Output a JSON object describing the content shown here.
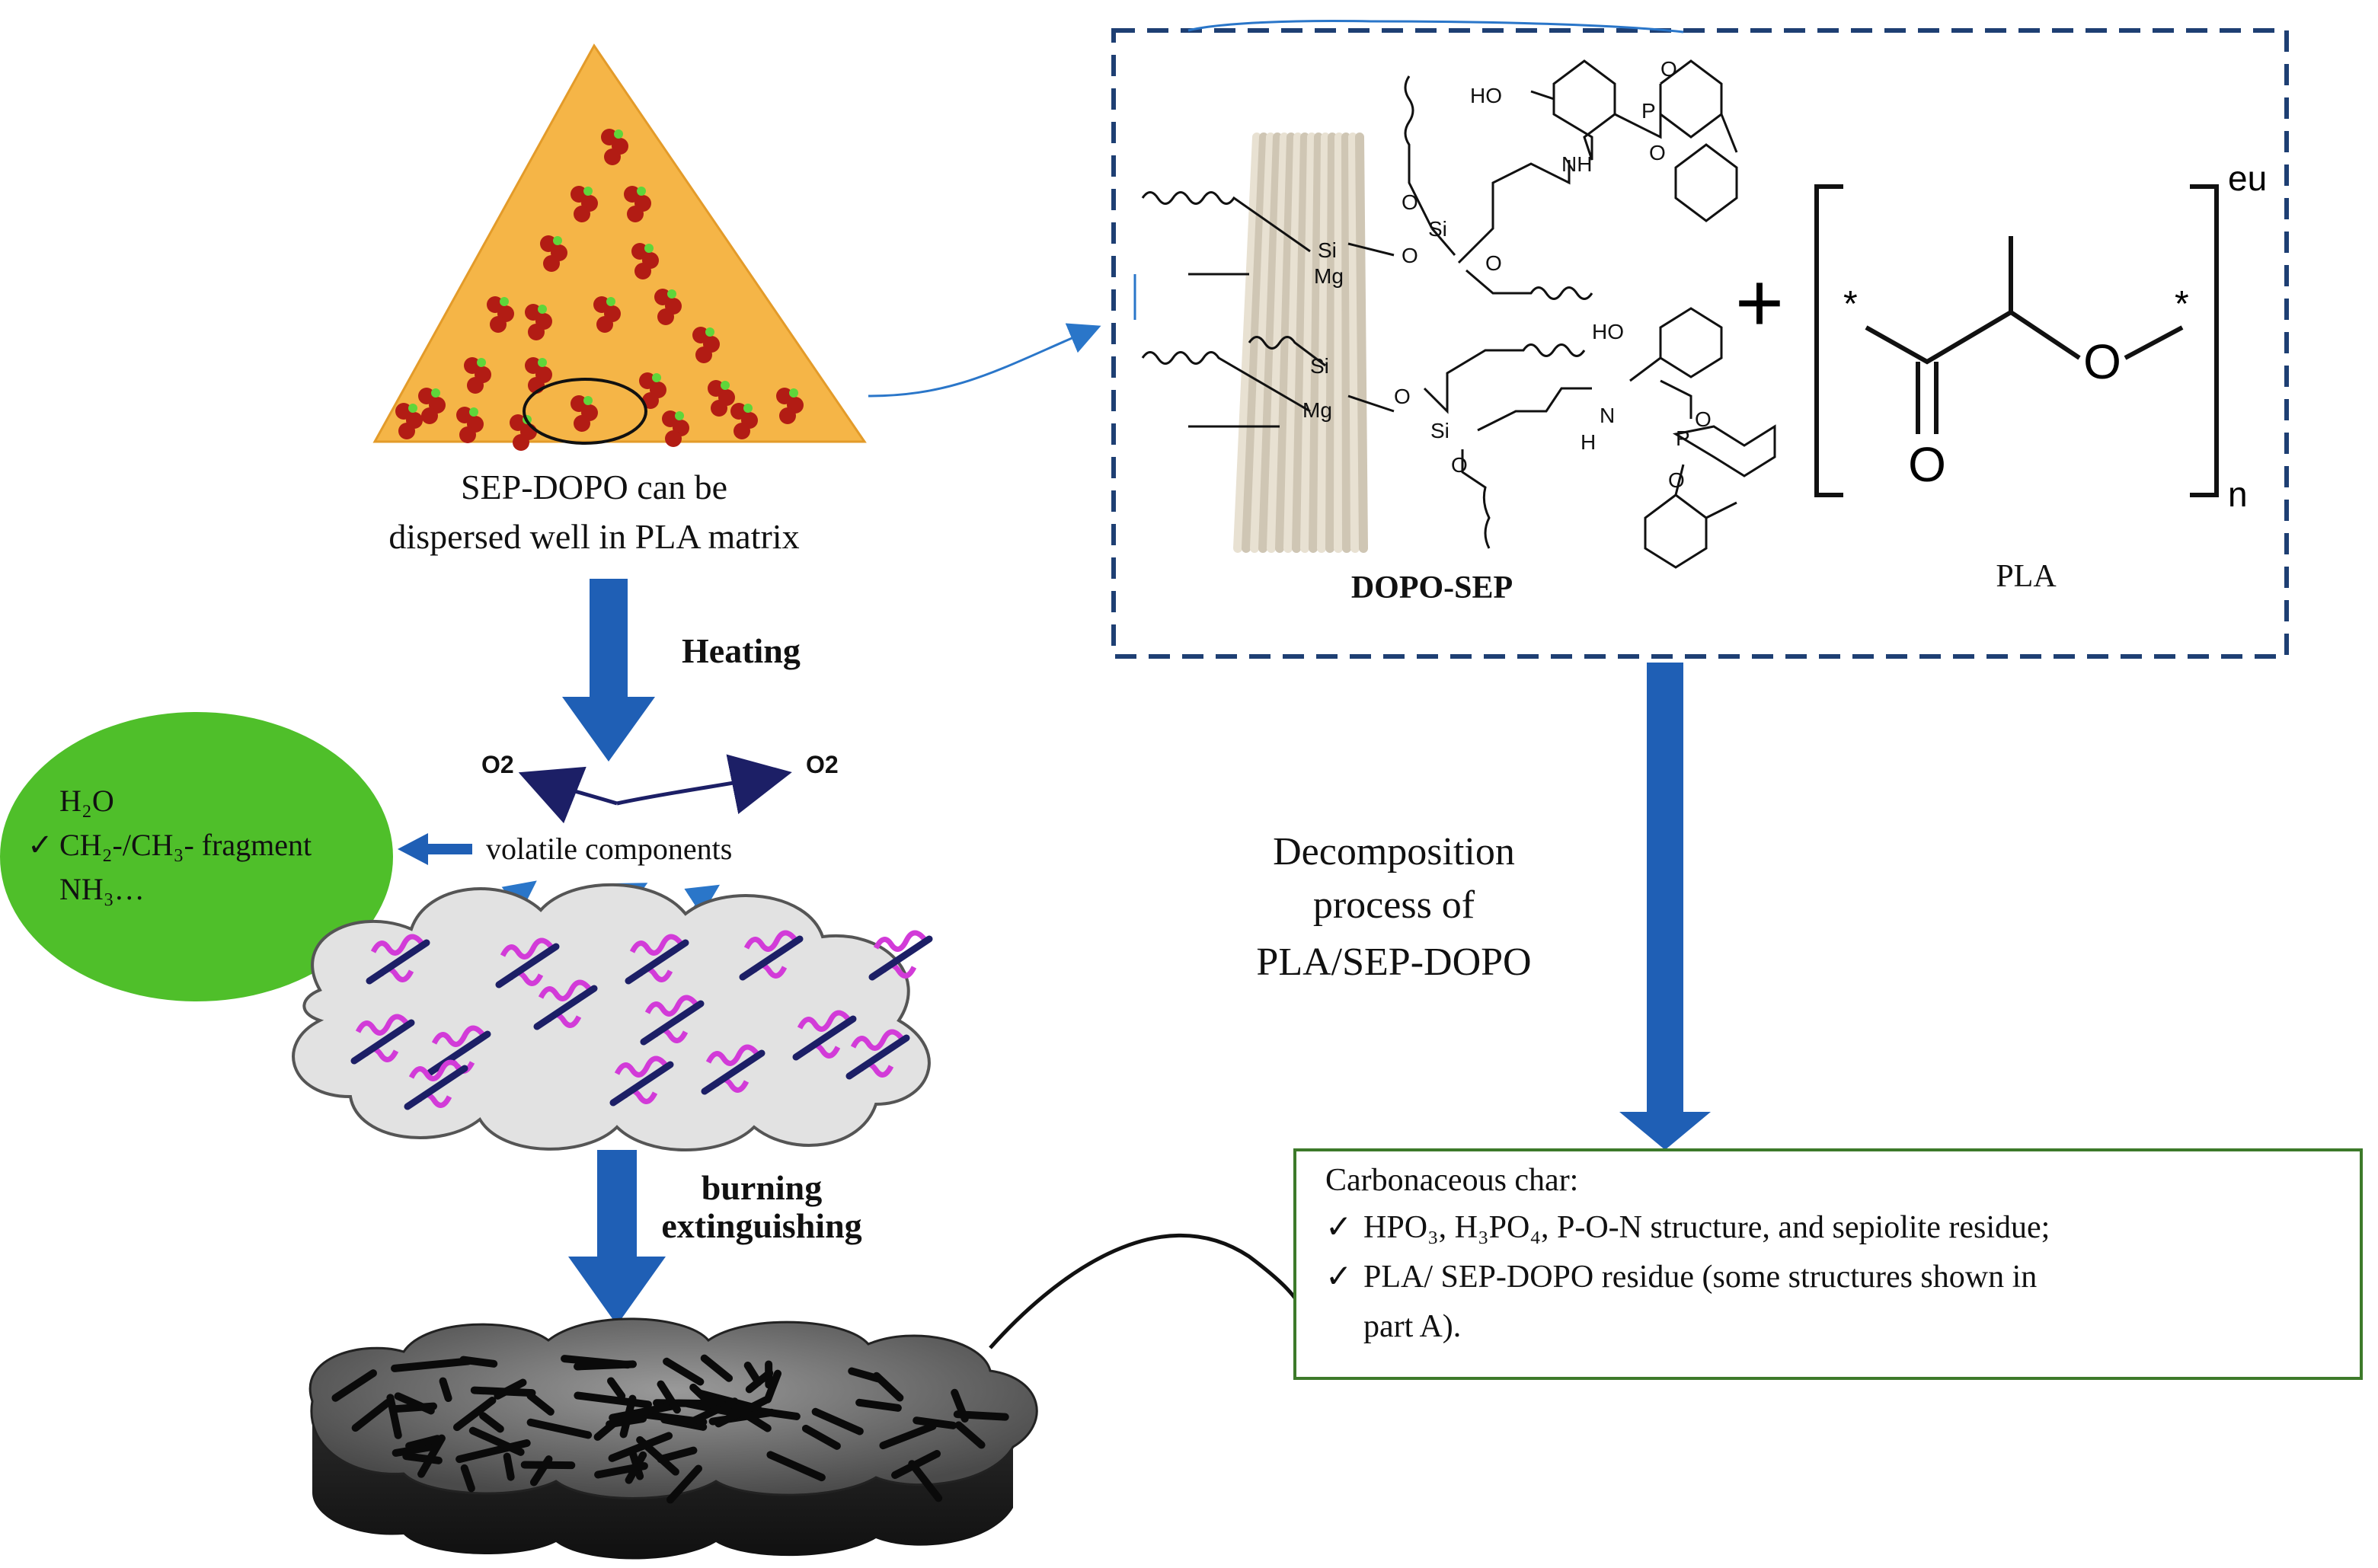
{
  "pla_matrix": {
    "caption_line1": "SEP-DOPO can be",
    "caption_line2": "dispersed well in PLA matrix"
  },
  "arrows": {
    "heating": "Heating",
    "burning_line1": "burning",
    "burning_line2": "extinguishing"
  },
  "oxygen": {
    "left": "O2",
    "right": "O2"
  },
  "gas_phase": {
    "water": "H₂O",
    "check": "✓",
    "fragment": "CH₂-/CH₃- fragment",
    "ammonia": "NH₃…",
    "volatile": "volatile components"
  },
  "structure_box": {
    "dopo_sep_label": "DOPO-SEP",
    "pla_label": "PLA",
    "plus": "+",
    "subscript_n": "n",
    "superscript": "eu",
    "atoms": {
      "ho": "HO",
      "p": "P",
      "o": "O",
      "nh": "NH",
      "h": "H",
      "n": "N",
      "si": "Si",
      "mg": "Mg",
      "star": "*"
    }
  },
  "decomposition": {
    "line1": "Decomposition",
    "line2": "process of",
    "line3": "PLA/SEP-DOPO"
  },
  "char_box": {
    "title": "Carbonaceous char:",
    "check": "✓",
    "item1": "HPO₃, H₃PO₄, P-O-N structure, and sepiolite residue;",
    "item2_line1": "PLA/ SEP-DOPO residue (some structures shown in",
    "item2_line2": "part A)."
  },
  "colors": {
    "matrix": "#f5b547",
    "arrow": "#1f5fb5",
    "gas_bubble": "#4fbf2a",
    "dashed_border": "#1e3f73",
    "char_border": "#3d7a2a",
    "polymer": "#d23bd8",
    "rod": "#1c1f66"
  }
}
